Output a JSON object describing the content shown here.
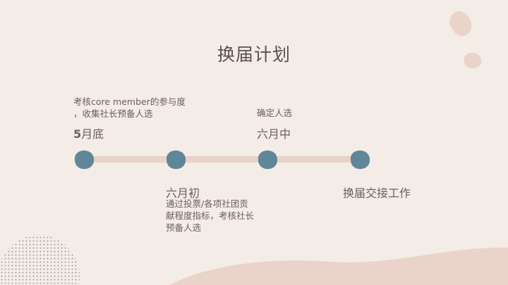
{
  "title": "换届计划",
  "colors": {
    "background": "#f3ece7",
    "accent_blob": "#ead3c8",
    "node": "#5f8798",
    "line": "#e8d3c9",
    "text": "#6d5f59",
    "dots": "#8c8c8c"
  },
  "milestones": [
    {
      "label_bold": "5",
      "label_rest": "月底",
      "desc_lines": [
        "考核core member的参与度",
        "，收集社长预备人选"
      ]
    },
    {
      "label": "六月初",
      "desc_lines": [
        "通过投票/各项社团贡",
        "献程度指标，考核社长",
        "预备人选"
      ]
    },
    {
      "label": "六月中",
      "desc_lines": [
        "确定人选"
      ]
    },
    {
      "label": "换届交接工作",
      "desc_lines": []
    }
  ]
}
